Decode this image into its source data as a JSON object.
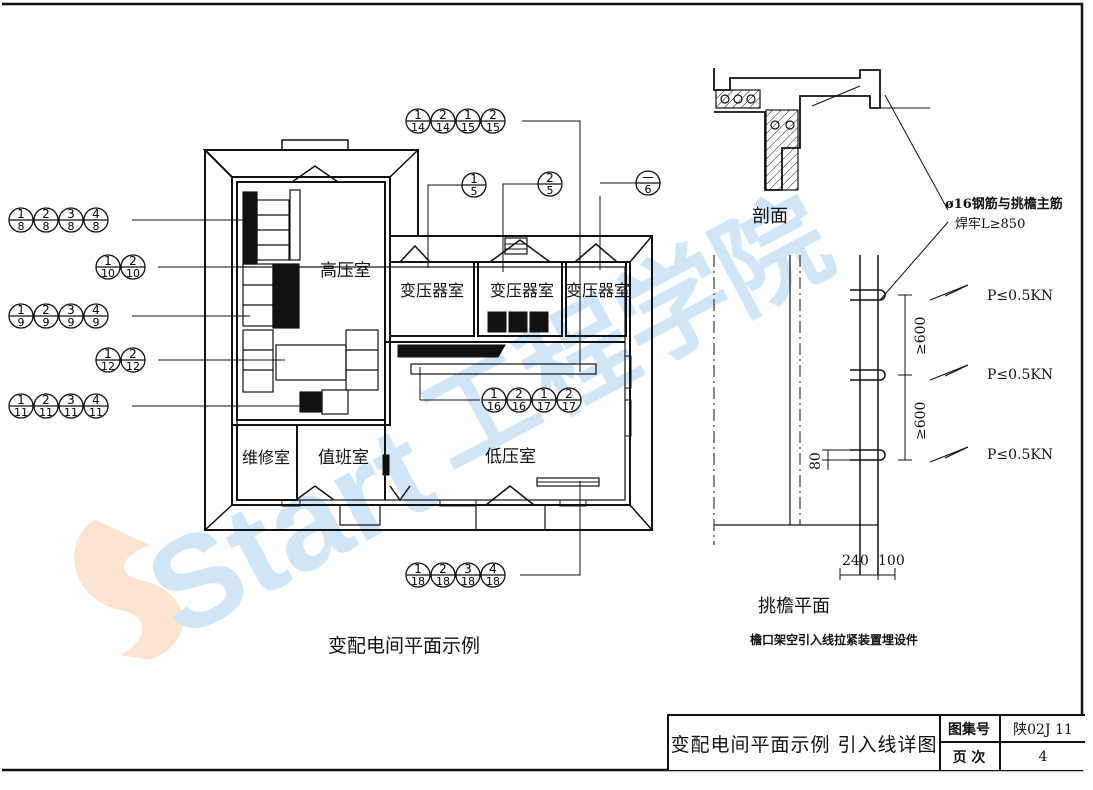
{
  "main_plan": {
    "title": "变配电间平面示例",
    "rooms": {
      "high_voltage": "高压室",
      "transformer_1": "变压器室",
      "transformer_2": "变压器室",
      "transformer_3": "变压器室",
      "maintenance": "维修室",
      "duty": "值班室",
      "low_voltage": "低压室"
    }
  },
  "callouts": {
    "c8": [
      [
        "1",
        "8"
      ],
      [
        "2",
        "8"
      ],
      [
        "3",
        "8"
      ],
      [
        "4",
        "8"
      ]
    ],
    "c10": [
      [
        "1",
        "10"
      ],
      [
        "2",
        "10"
      ]
    ],
    "c9": [
      [
        "1",
        "9"
      ],
      [
        "2",
        "9"
      ],
      [
        "3",
        "9"
      ],
      [
        "4",
        "9"
      ]
    ],
    "c12": [
      [
        "1",
        "12"
      ],
      [
        "2",
        "12"
      ]
    ],
    "c11": [
      [
        "1",
        "11"
      ],
      [
        "2",
        "11"
      ],
      [
        "3",
        "11"
      ],
      [
        "4",
        "11"
      ]
    ],
    "c14_15": [
      [
        "1",
        "14"
      ],
      [
        "2",
        "14"
      ],
      [
        "1",
        "15"
      ],
      [
        "2",
        "15"
      ]
    ],
    "c5a": [
      [
        "1",
        "5"
      ]
    ],
    "c5b": [
      [
        "2",
        "5"
      ]
    ],
    "c6": [
      [
        "—",
        "6"
      ]
    ],
    "c16_17": [
      [
        "1",
        "16"
      ],
      [
        "2",
        "16"
      ],
      [
        "1",
        "17"
      ],
      [
        "2",
        "17"
      ]
    ],
    "c18": [
      [
        "1",
        "18"
      ],
      [
        "2",
        "18"
      ],
      [
        "3",
        "18"
      ],
      [
        "4",
        "18"
      ]
    ]
  },
  "section": {
    "label": "剖面",
    "note_line1": "ø16钢筋与挑檐主筋",
    "note_line2": "焊牢L≥850"
  },
  "eave_plan": {
    "title": "挑檐平面",
    "subtitle": "檐口架空引入线拉紧装置埋设件",
    "loads": [
      "P≤0.5KN",
      "P≤0.5KN",
      "P≤0.5KN"
    ],
    "dims": {
      "d600a": "≥600",
      "d600b": "≥600",
      "d80": "80",
      "d240": "240",
      "d100": "100"
    }
  },
  "title_block": {
    "drawing_title": "变配电间平面示例 引入线详图",
    "atlas_label": "图集号",
    "atlas_value": "陕02J 11",
    "page_label": "页 次",
    "page_value": "4"
  },
  "watermark": {
    "text": "Start",
    "text2": "工程学院",
    "color": "#7ab8e8",
    "accent": "#f2b27a"
  }
}
